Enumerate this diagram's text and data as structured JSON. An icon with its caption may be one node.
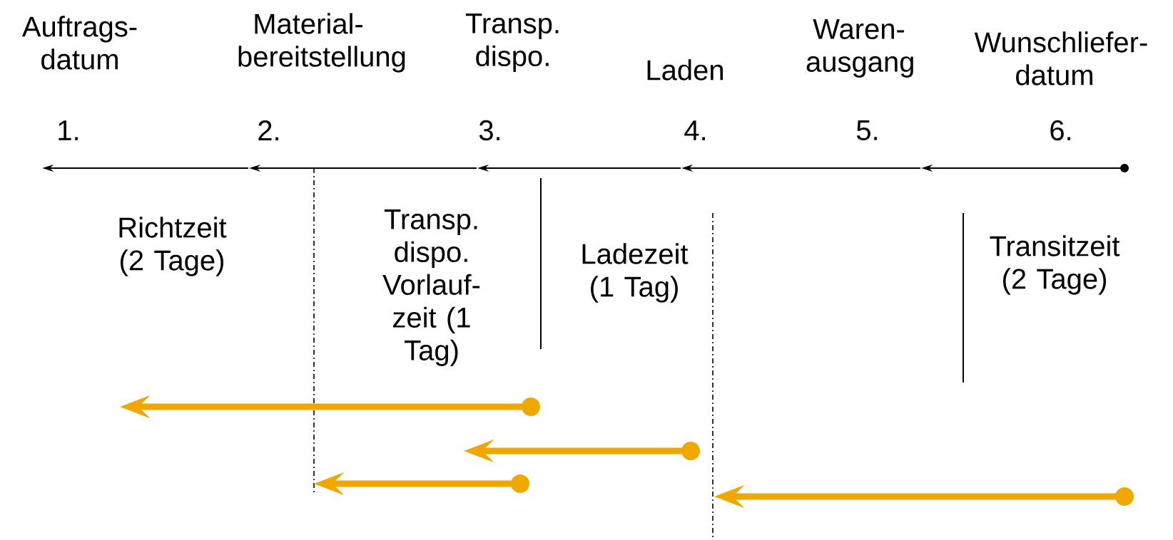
{
  "diagram": {
    "labels": [
      "Auftrags-datum",
      "Material-bereitstellung",
      "Transp. dispo.",
      "Laden",
      "Waren-ausgang",
      "Wunschliefer-datum",
      "1.",
      "2.",
      "3.",
      "4.",
      "5.",
      "6.",
      "Richtzeit (2 Tage)",
      "Transp. dispo. Vorlauf-zeit (1 Tag)",
      "Ladezeit (1 Tag)",
      "Transitzeit (2 Tage)"
    ]
  }
}
